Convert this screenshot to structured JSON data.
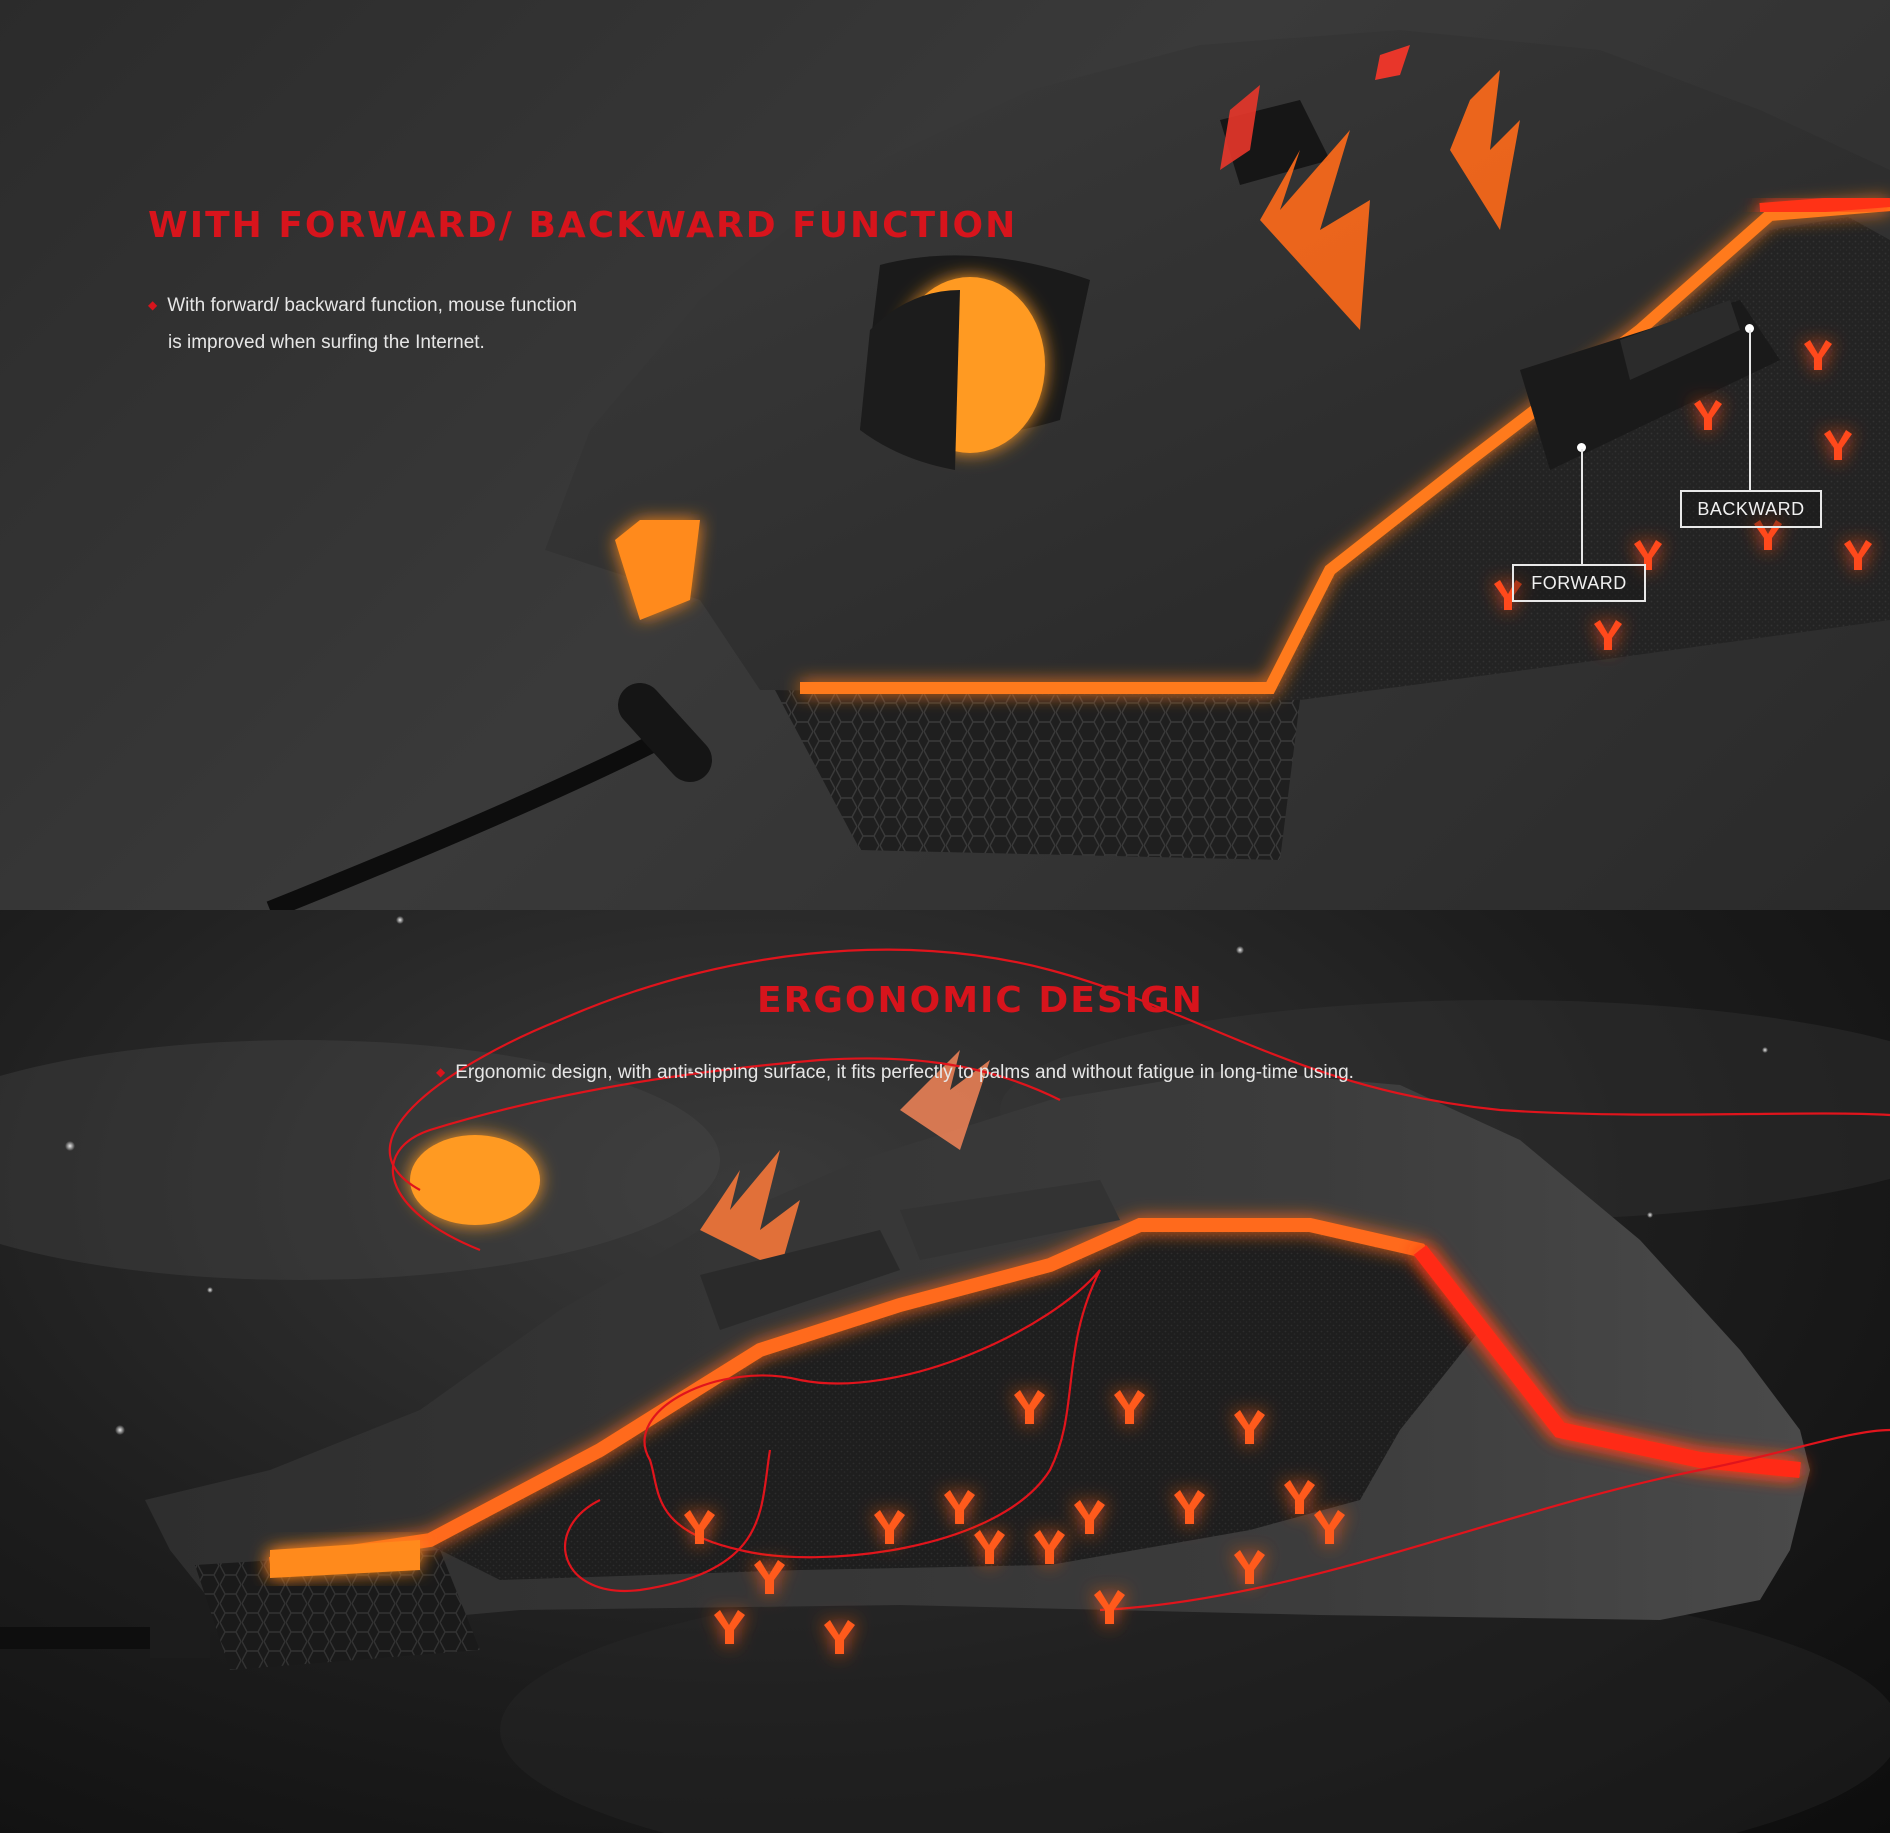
{
  "sections": [
    {
      "heading": "WITH FORWARD/ BACKWARD FUNCTION",
      "description_lines": [
        "With forward/ backward function, mouse function",
        "is improved when surfing the Internet."
      ],
      "bullet": "◆",
      "callouts": {
        "backward": "BACKWARD",
        "forward": "FORWARD"
      }
    },
    {
      "heading": "ERGONOMIC DESIGN",
      "description": "Ergonomic design, with anti-slipping surface, it fits perfectly to palms and without fatigue in long-time using.",
      "bullet": "◆"
    }
  ],
  "colors": {
    "accent_red": "#d7141c",
    "glow_orange": "#ff8a1f",
    "glow_red": "#ff3318",
    "mouse_body": "#2e2e2e"
  },
  "icons": [
    "bullet-diamond-icon",
    "mouse-product-image",
    "scroll-wheel-icon"
  ]
}
